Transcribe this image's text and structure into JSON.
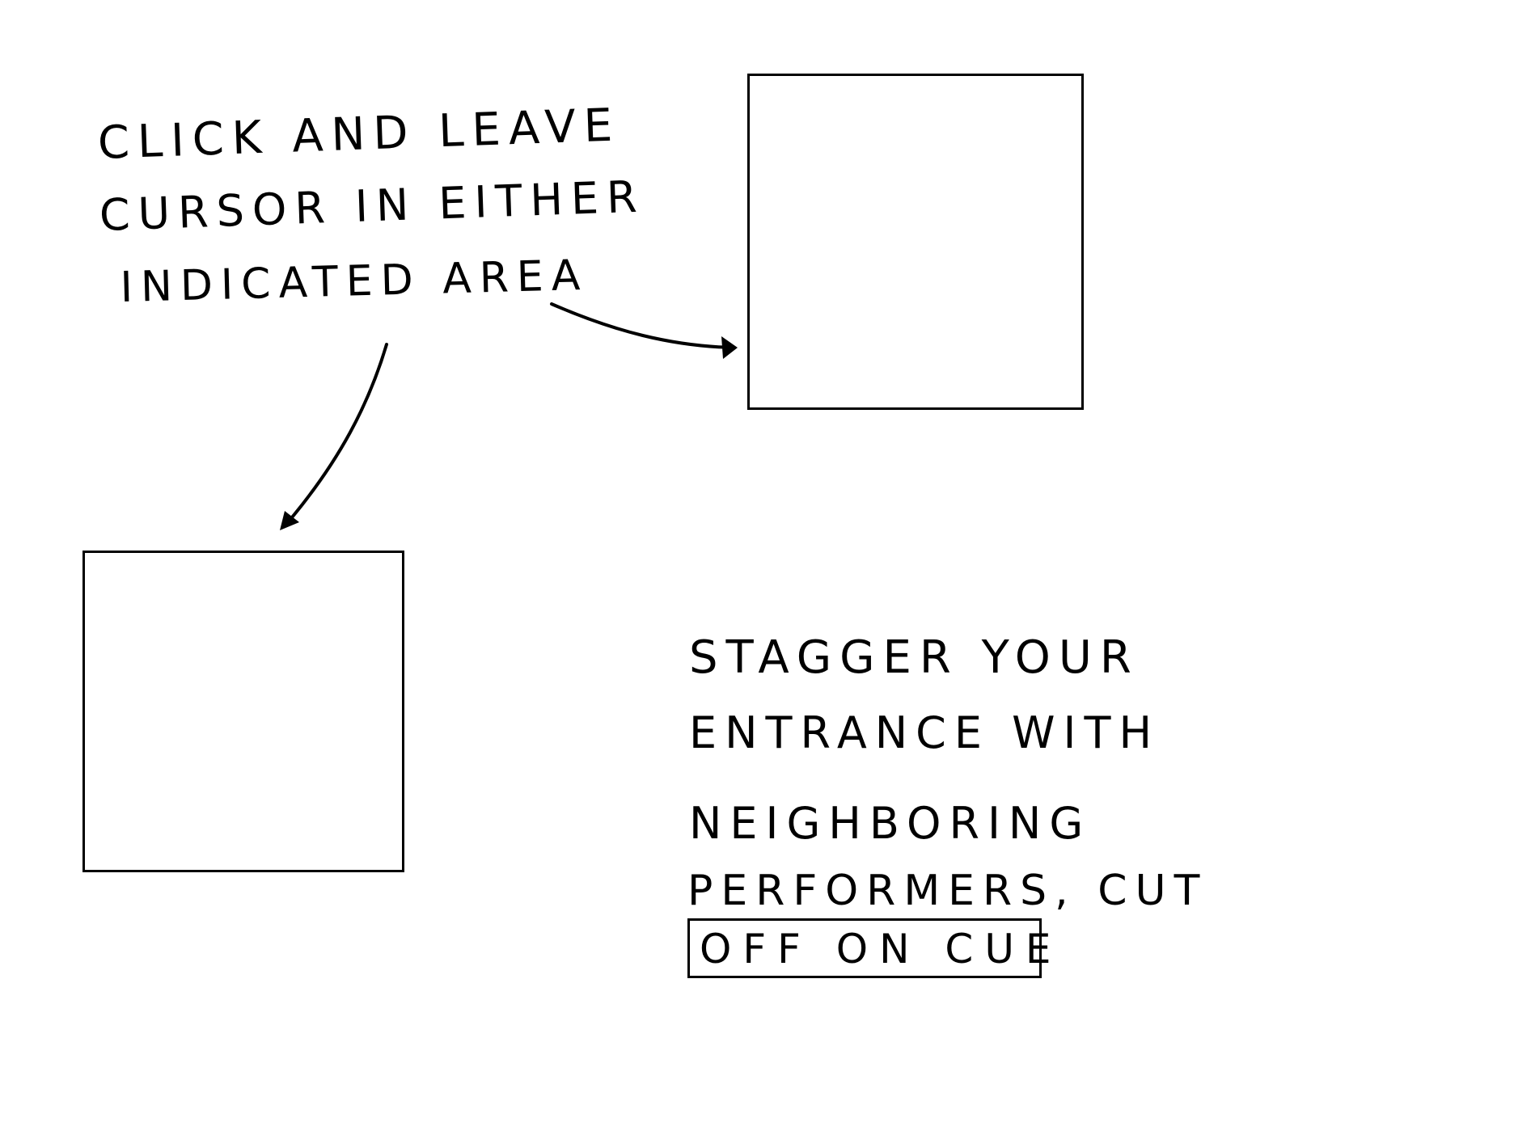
{
  "instructions": {
    "line1": "CLICK AND LEAVE",
    "line2": "CURSOR IN EITHER",
    "line3": "INDICATED AREA"
  },
  "note": {
    "line1": "STAGGER YOUR",
    "line2": "ENTRANCE WITH",
    "line3": "NEIGHBORING",
    "line4": "PERFORMERS, CUT",
    "line5_boxed": "OFF ON CUE"
  },
  "colors": {
    "ink": "#000000",
    "background": "#ffffff"
  }
}
